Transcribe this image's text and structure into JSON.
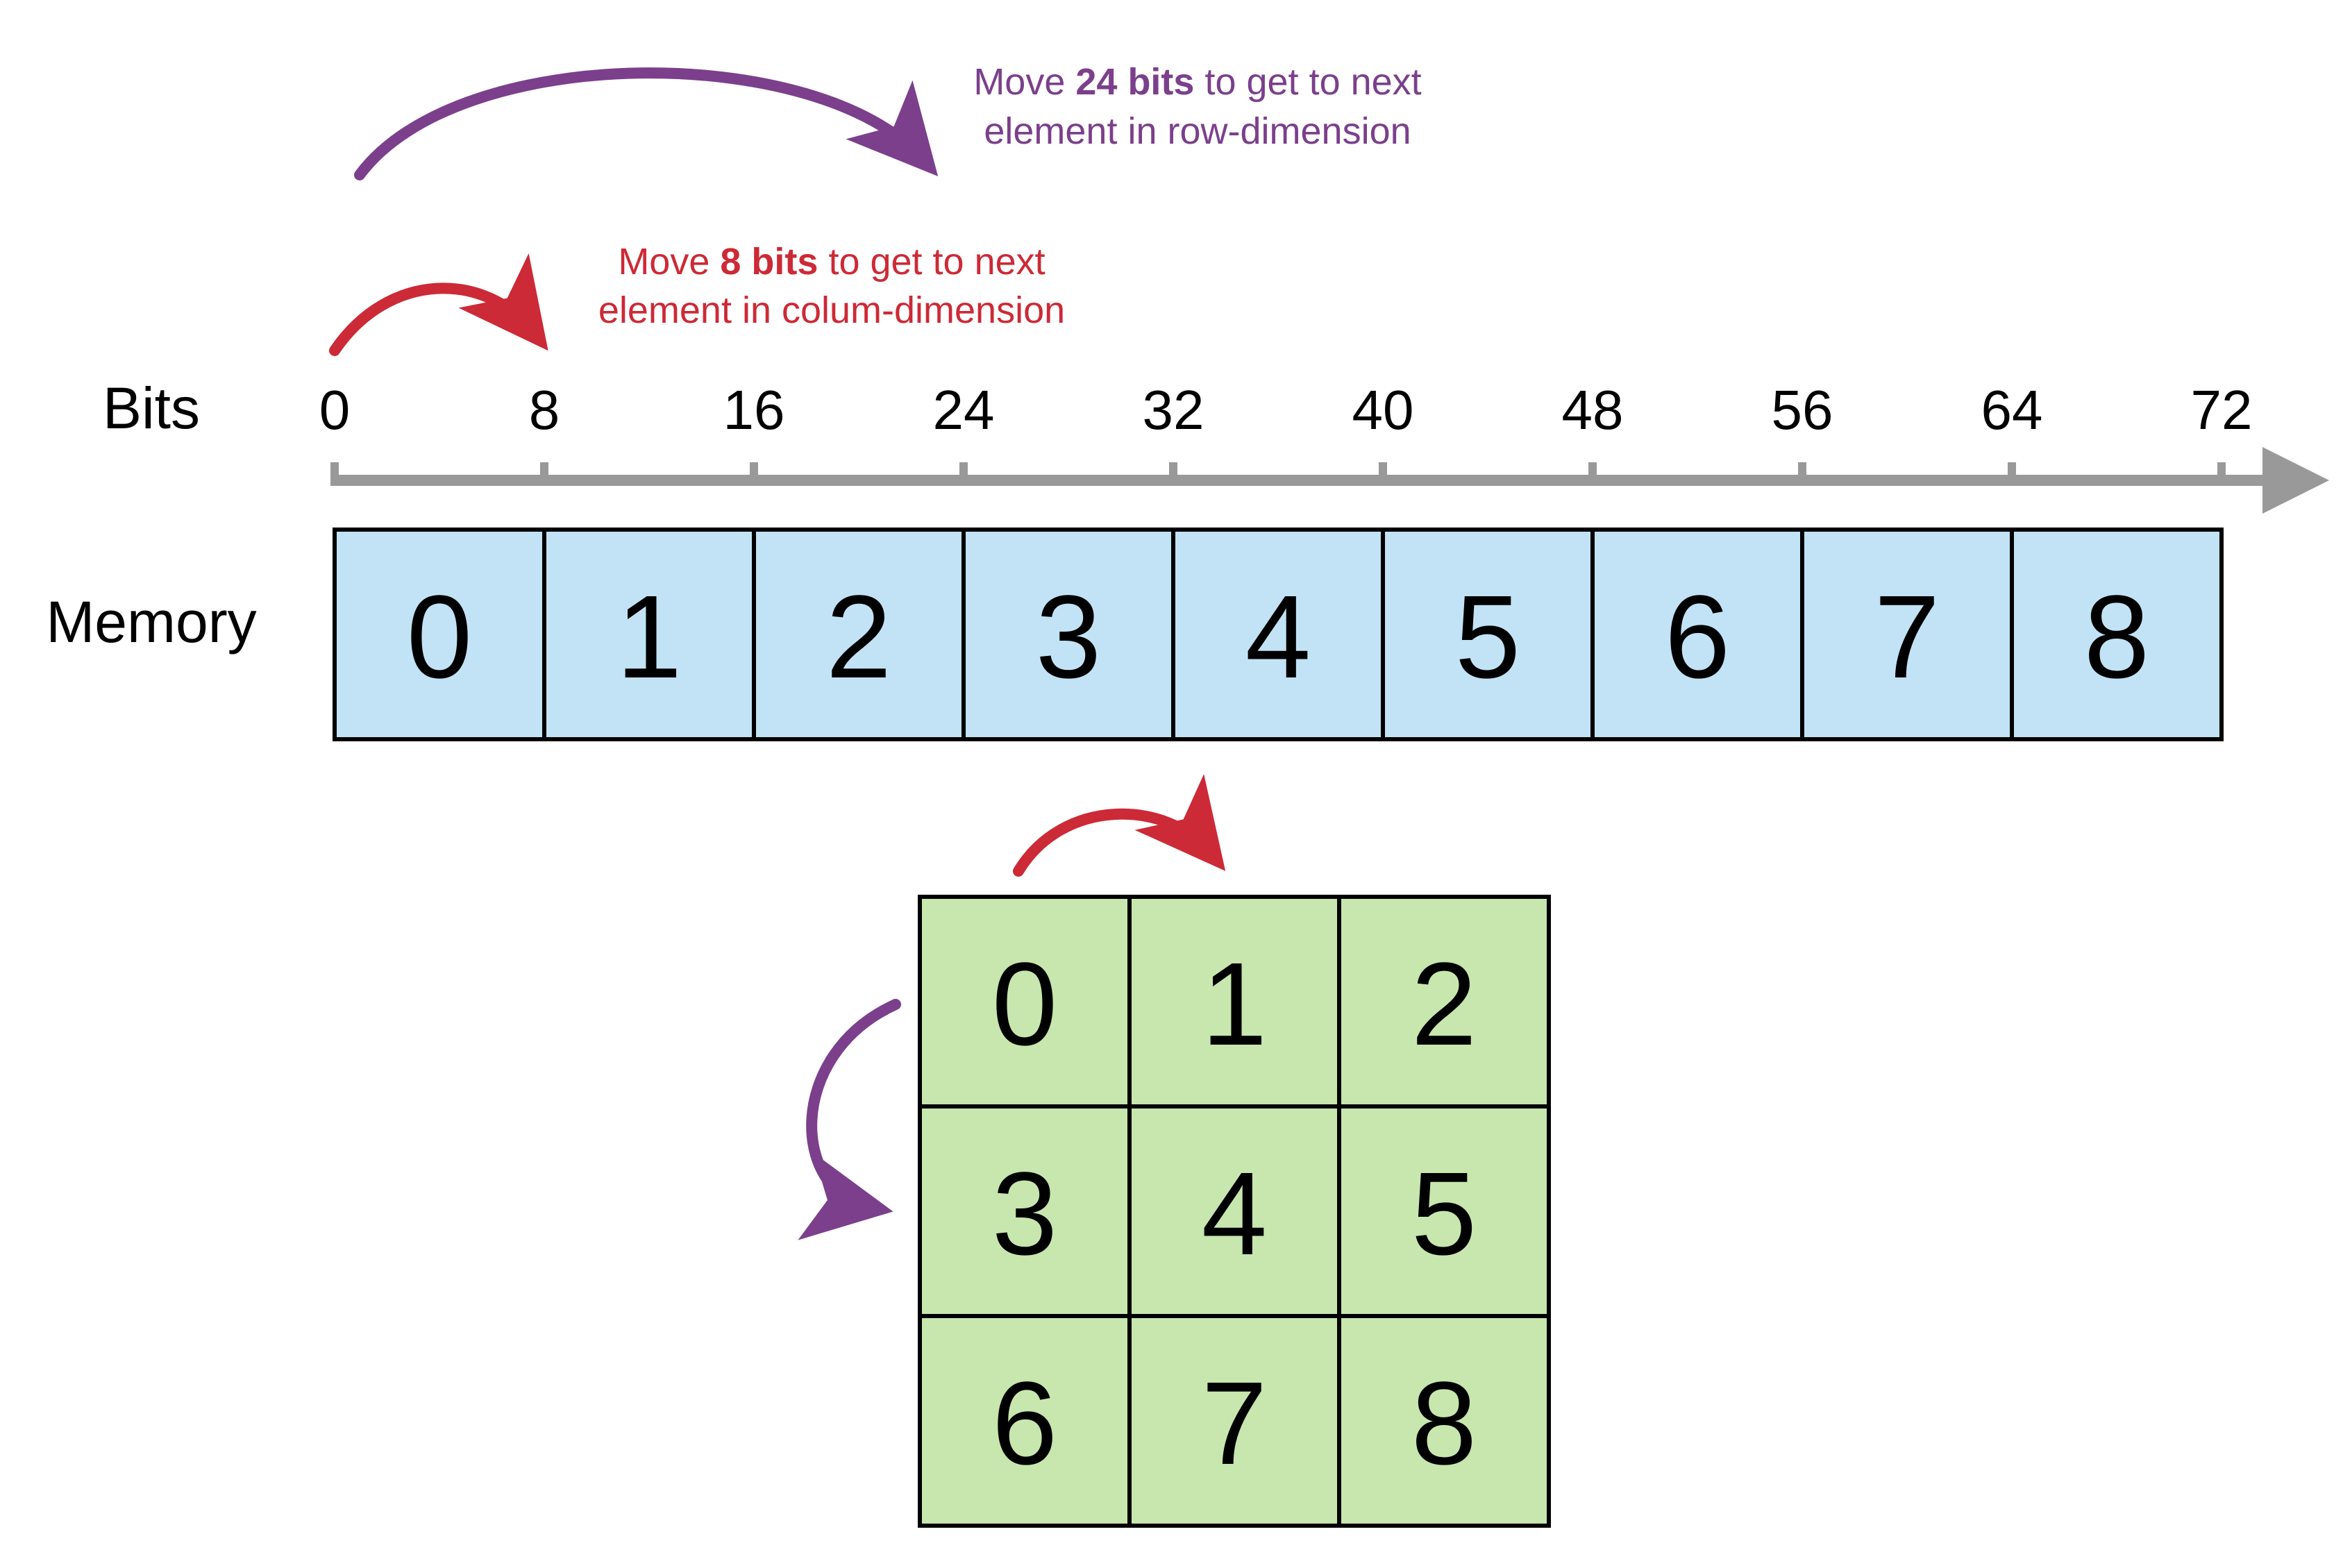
{
  "labels": {
    "bits": "Bits",
    "memory": "Memory"
  },
  "annotations": {
    "row": {
      "line1_prefix": "Move ",
      "line1_bold": "24 bits",
      "line1_suffix": " to get to next",
      "line2": "element in row-dimension"
    },
    "col": {
      "line1_prefix": "Move ",
      "line1_bold": "8 bits",
      "line1_suffix": " to get to next",
      "line2": "element in colum-dimension"
    }
  },
  "bit_ticks": [
    "0",
    "8",
    "16",
    "24",
    "32",
    "40",
    "48",
    "56",
    "64",
    "72"
  ],
  "memory_cells": [
    "0",
    "1",
    "2",
    "3",
    "4",
    "5",
    "6",
    "7",
    "8"
  ],
  "matrix": [
    [
      "0",
      "1",
      "2"
    ],
    [
      "3",
      "4",
      "5"
    ],
    [
      "6",
      "7",
      "8"
    ]
  ],
  "colors": {
    "row_arrow": "#7b3f8c",
    "col_arrow": "#cc2a36",
    "axis": "#999999",
    "memory_fill": "#c2e3f5",
    "matrix_fill": "#c7e7ae"
  }
}
